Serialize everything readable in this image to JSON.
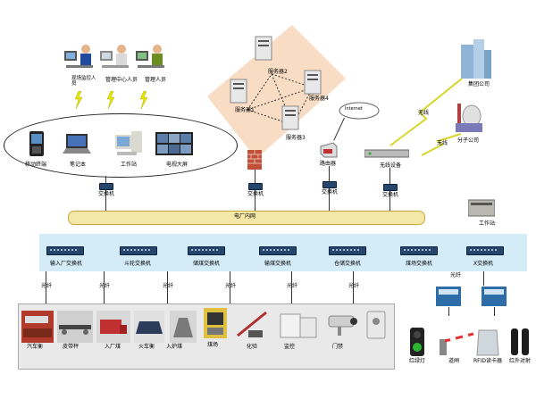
{
  "top_users": [
    "现场监控人员",
    "管理中心人员",
    "管理人员"
  ],
  "terminals": [
    "移动终端",
    "笔记本",
    "工作站",
    "电视大屏"
  ],
  "server_cluster": [
    "服务器1",
    "服务器2",
    "服务器3",
    "服务器4"
  ],
  "firewall_switch": "交换机",
  "terminal_switch": "交换机",
  "router_label": "路由器",
  "router_switch": "交换机",
  "internet_label": "Internet",
  "wireless_device": "无线设备",
  "wireless_switch": "交换机",
  "wireless_links": [
    "无线",
    "无线"
  ],
  "hq_label": "集团公司",
  "branch_label": "分子公司",
  "ring_label": "电厂内网",
  "workstation_label": "工作站",
  "switches": [
    "输入厂交换机",
    "斗轮交换机",
    "储煤交换机",
    "输煤交换机",
    "仓储交换机",
    "煤场交换机",
    "X交换机"
  ],
  "link_label": "光纤",
  "devices_left": [
    "汽车衡",
    "皮带秤",
    "入厂煤",
    "火车衡",
    "入炉煤",
    "煤场",
    "化验",
    "监控",
    "门禁"
  ],
  "devices_right_labels": [
    "红绿灯",
    "道闸",
    "RFID读卡器",
    "红外对射"
  ],
  "colors": {
    "ring": "#f5e7a8",
    "ring_border": "#c9a93c",
    "panel": "#d3ecf7",
    "server_zone": "#f8dcc4",
    "switch": "#26466b",
    "lightning": "#e6e600"
  }
}
